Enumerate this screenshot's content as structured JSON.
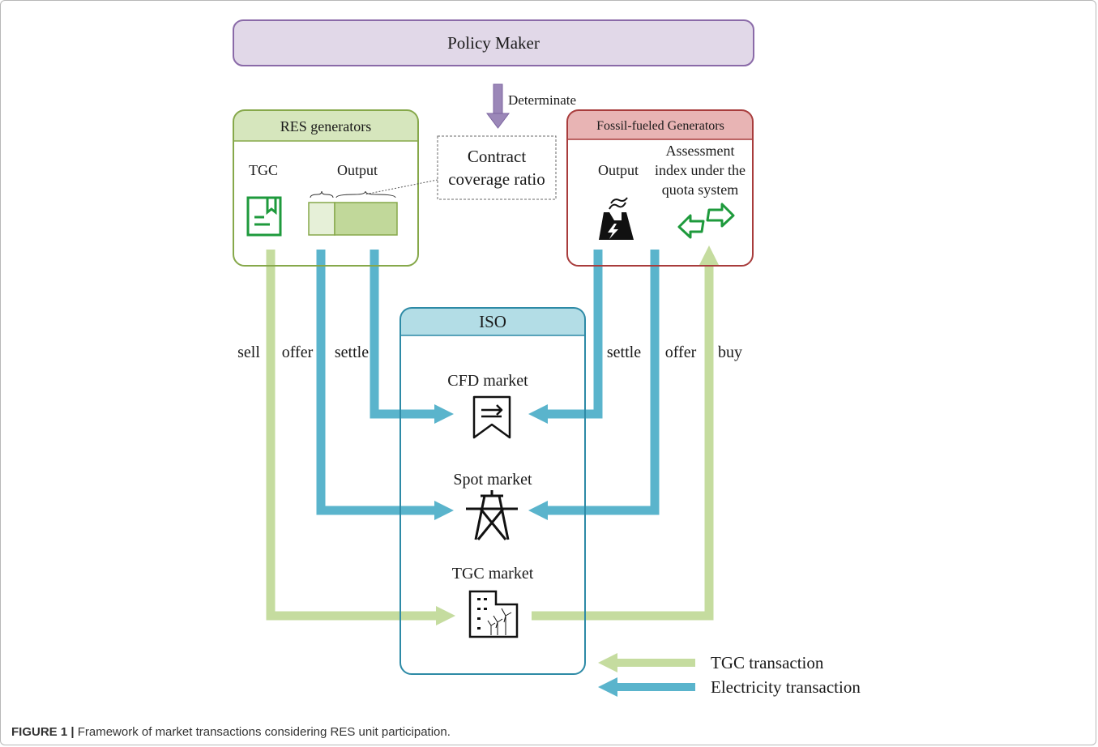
{
  "policy_maker": {
    "label": "Policy Maker"
  },
  "determinate_label": "Determinate",
  "contract_box": {
    "line1": "Contract",
    "line2": "coverage ratio"
  },
  "res_generators": {
    "title": "RES generators",
    "tgc_label": "TGC",
    "output_label": "Output"
  },
  "fossil_generators": {
    "title": "Fossil-fueled Generators",
    "output_label": "Output",
    "assessment_line1": "Assessment",
    "assessment_line2": "index under the",
    "assessment_line3": "quota system"
  },
  "iso": {
    "title": "ISO",
    "cfd_market": "CFD market",
    "spot_market": "Spot market",
    "tgc_market": "TGC market"
  },
  "flow_labels": {
    "sell": "sell",
    "offer_left": "offer",
    "settle_left": "settle",
    "settle_right": "settle",
    "offer_right": "offer",
    "buy": "buy"
  },
  "legend": {
    "tgc": "TGC transaction",
    "electricity": "Electricity transaction"
  },
  "colors": {
    "tgc_flow": "#c5dc9f",
    "electricity_flow": "#5ab4cc",
    "policy_fill": "#e1d8e8",
    "policy_stroke": "#8a6aa8",
    "res_stroke": "#86a84a",
    "res_header": "#d6e6bd",
    "fossil_stroke": "#a83c3c",
    "fossil_header": "#e8b4b4",
    "iso_stroke": "#2d8aa6",
    "iso_header": "#b3dde6",
    "icon_green": "#1e9a3c"
  },
  "caption": {
    "label": "FIGURE 1 |",
    "text": " Framework of market transactions considering RES unit participation."
  }
}
